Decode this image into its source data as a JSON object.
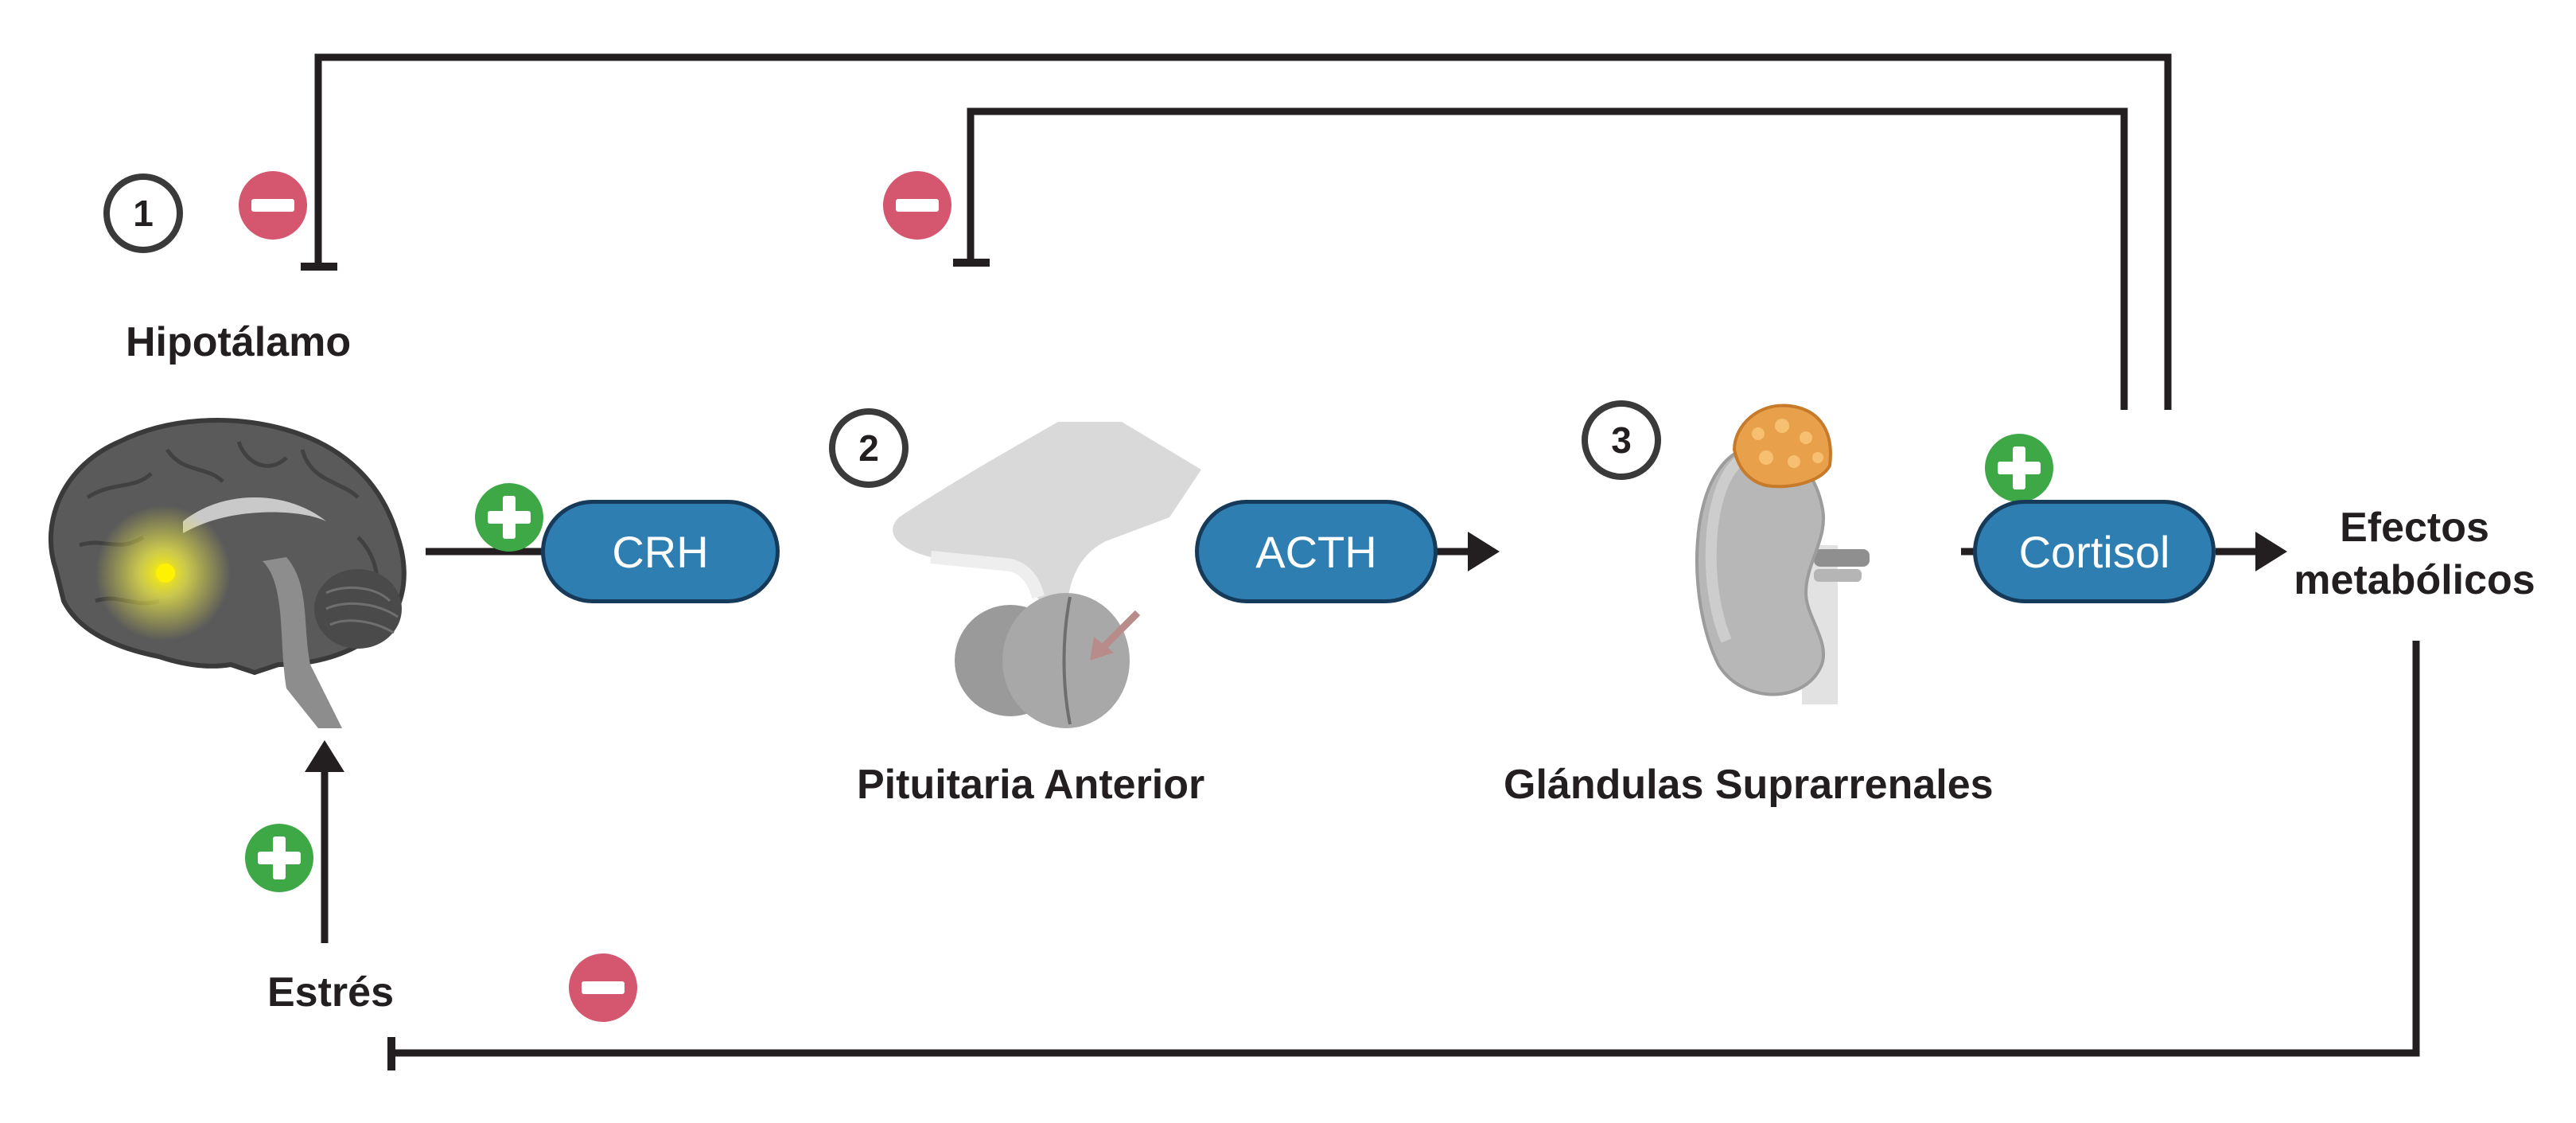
{
  "nodes": {
    "hypothalamus": "Hipotálamo",
    "pituitary": "Pituitaria Anterior",
    "adrenal": "Glándulas Suprarrenales",
    "effects_line1": "Efectos",
    "effects_line2": "metabólicos",
    "stress": "Estrés"
  },
  "hormones": {
    "crh": "CRH",
    "acth": "ACTH",
    "cortisol": "Cortisol"
  },
  "steps": [
    "1",
    "2",
    "3"
  ],
  "colors": {
    "hormone_fill": "#2f7eb1",
    "hormone_border": "#163a5a",
    "positive": "#3fa846",
    "negative": "#d4566f",
    "line": "#231f20"
  },
  "icons": {
    "hypothalamus": "brain-icon",
    "pituitary": "pituitary-gland-icon",
    "adrenal": "kidney-adrenal-icon",
    "positive": "plus-icon",
    "negative": "minus-icon"
  }
}
